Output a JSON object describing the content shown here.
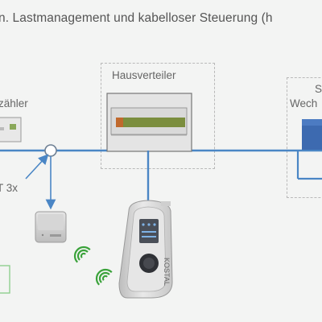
{
  "title": "n. Lastmanagement und kabelloser Steuerung (h",
  "labels": {
    "hausverteiler": "Hausverteiler",
    "zaehler": "zähler",
    "wechselrichter": "Wech",
    "wechselrichter_top": "S",
    "ct": "T 3x"
  },
  "wallbox": {
    "brand": "KOSTAL"
  },
  "colors": {
    "bus_line": "#4a86c5",
    "wallbox_body": "#d8d8d8",
    "wifi": "#3aa23a",
    "terminal_green": "#6f8f3f",
    "inverter_blue": "#3d6ab0"
  },
  "icons": [
    "wifi-icon",
    "current-sensor-icon",
    "smart-meter-icon",
    "distribution-board-icon",
    "inverter-icon",
    "wallbox-icon"
  ]
}
